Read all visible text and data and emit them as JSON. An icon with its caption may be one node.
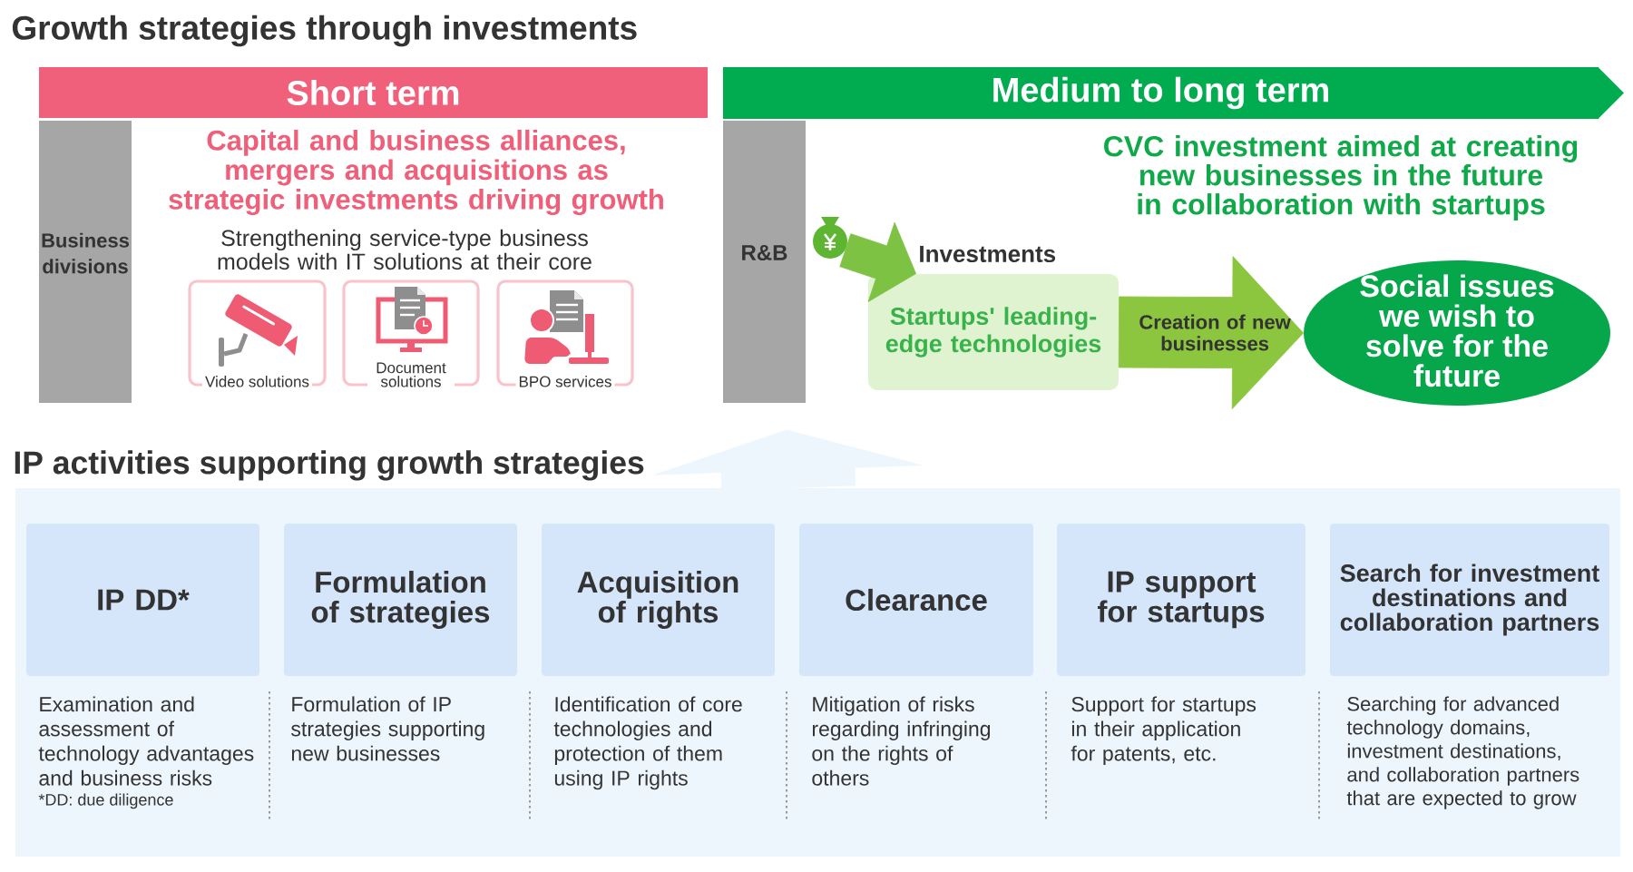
{
  "diagram": {
    "title": "Growth strategies through investments",
    "nodes": [
      {
        "text": [
          "Short term"
        ]
      },
      {
        "text": [
          "Business divisions"
        ]
      },
      {
        "text": [
          "Video solutions"
        ]
      },
      {
        "text": [
          "Document solutions"
        ]
      },
      {
        "text": [
          "BPO services"
        ]
      },
      {
        "text": [
          "Medium to long term"
        ]
      },
      {
        "text": [
          "R&B"
        ]
      },
      {
        "text": [],
        "shape": "bag"
      },
      {
        "text": [
          "Startups' leading-edge technologies"
        ]
      },
      {
        "text": [
          "Social issues we wish to solve for the future"
        ]
      },
      {
        "text": [
          "IP activities supporting growth strategies"
        ]
      },
      {
        "text": [
          "IP DD*"
        ],
        "in": 10,
        "beside": [
          "Examination and assessment of technology advantages and business risks"
        ]
      },
      {
        "text": [
          "Formulation of strategies"
        ],
        "in": 10,
        "beside": [
          "Formulation of IP strategies supporting new businesses"
        ]
      },
      {
        "text": [
          "Acquisition of rights"
        ],
        "in": 10,
        "beside": [
          "Identification of core technologies and protection of them using IP rights"
        ]
      },
      {
        "text": [
          "Clearance"
        ],
        "in": 10,
        "beside": [
          "Mitigation of risks regarding infringing on the rights of others"
        ]
      },
      {
        "text": [
          "IP support for startups"
        ],
        "in": 10,
        "beside": [
          "Support for startups in their application for patents, etc."
        ]
      },
      {
        "text": [
          "Search for investment destinations and collaboration partners"
        ],
        "in": 10,
        "beside": [
          "Searching for advanced technology domains, investment destinations, and collaboration partners that are expected to grow"
        ]
      }
    ],
    "edges": [
      {
        "from": 7,
        "to": 8,
        "arrow": "to",
        "label": "Investments",
        "style": "thick",
        "color": "#7dc242"
      },
      {
        "from": 8,
        "to": 9,
        "arrow": "to",
        "label": "Creation of new businesses",
        "style": "thick",
        "color": "#8cc63f"
      },
      {
        "from": 10,
        "to": null,
        "arrow": "to",
        "style": "thick",
        "color": "#eef6fd"
      }
    ],
    "labels": [
      "Capital and business alliances, mergers and acquisitions as strategic investments driving growth",
      "Strengthening service-type business models with IT solutions at their core",
      "CVC investment aimed at creating new businesses in the future in collaboration with startups",
      "*DD: due diligence"
    ]
  }
}
